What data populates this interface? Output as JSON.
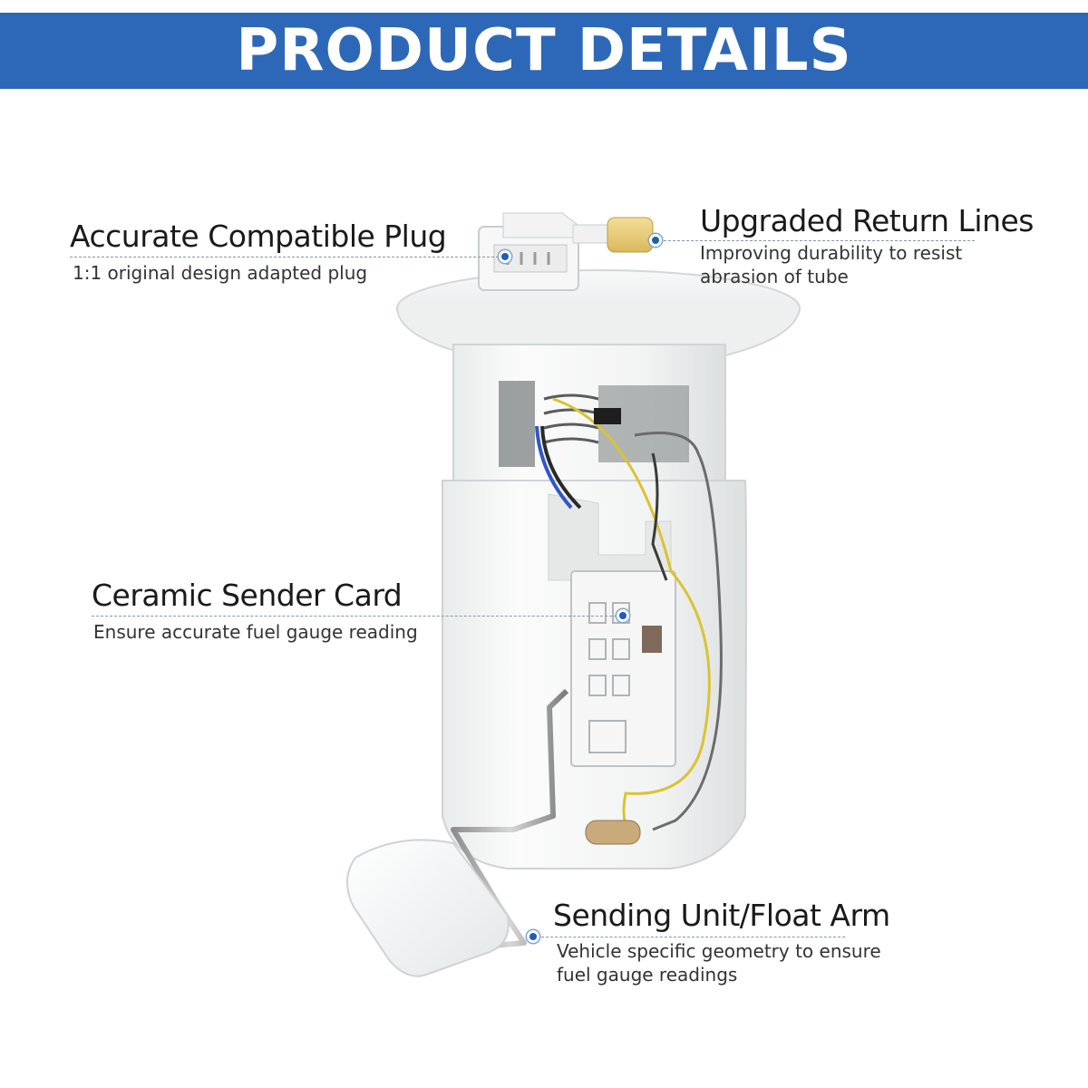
{
  "header": {
    "title": "PRODUCT DETAILS"
  },
  "callouts": [
    {
      "title": "Accurate Compatible Plug",
      "description": [
        "1:1 original design adapted plug"
      ]
    },
    {
      "title": "Upgraded Return Lines",
      "description": [
        "Improving durability to resist",
        "abrasion of tube"
      ]
    },
    {
      "title": "Ceramic Sender Card",
      "description": [
        "Ensure accurate fuel gauge reading"
      ]
    },
    {
      "title": "Sending Unit/Float Arm",
      "description": [
        "Vehicle specific geometry to ensure",
        "fuel gauge readings"
      ]
    }
  ],
  "colors": {
    "banner": "#2d68b8",
    "dot": "#1d5fb0",
    "leader": "#8a96a8"
  },
  "image": {
    "subject": "fuel-pump-module-assembly"
  }
}
